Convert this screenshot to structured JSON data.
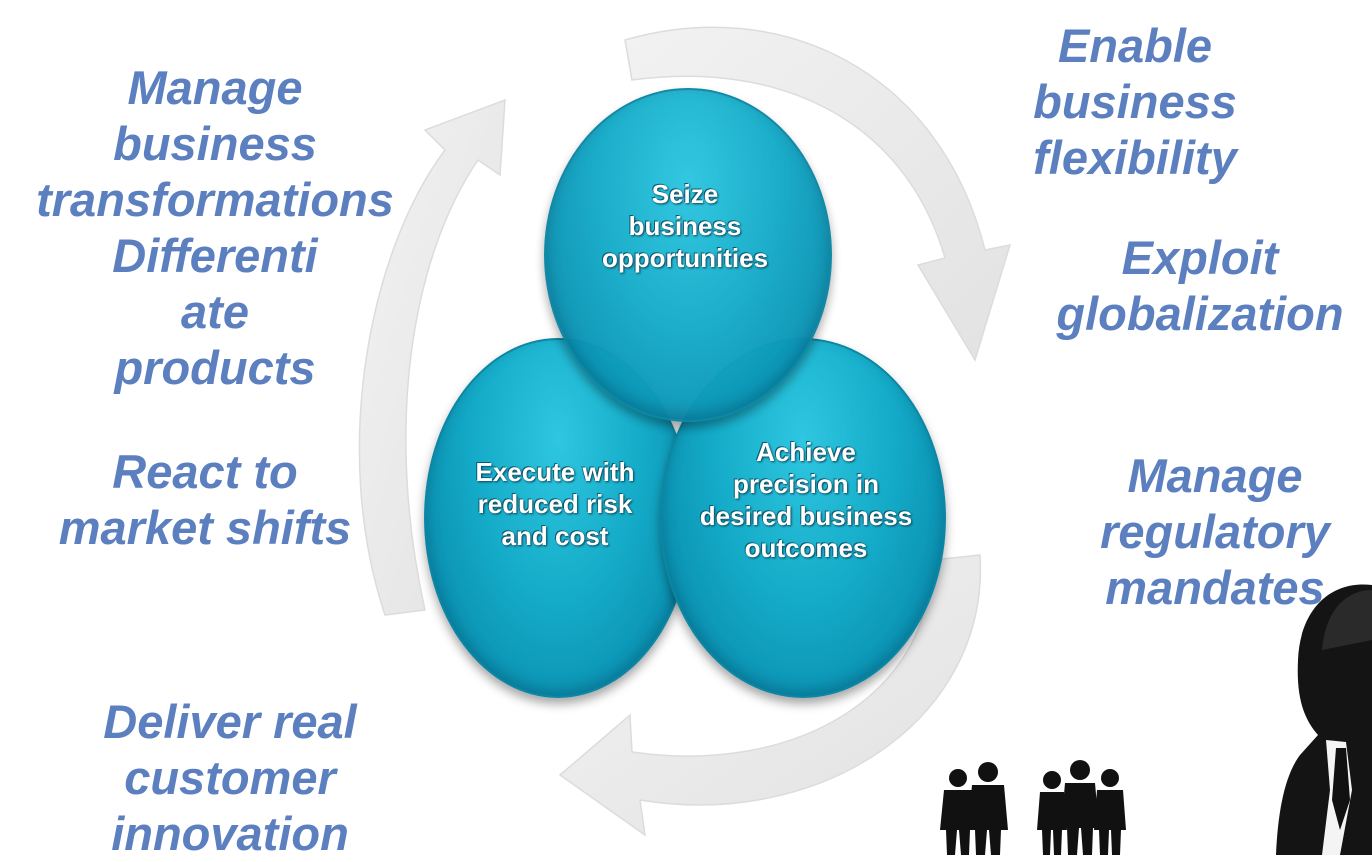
{
  "center_circles": {
    "top": [
      "Seize",
      "business",
      "opportunities"
    ],
    "left": [
      "Execute with",
      "reduced risk",
      "and cost"
    ],
    "right": [
      "Achieve",
      "precision in",
      "desired business",
      "outcomes"
    ]
  },
  "left_labels": {
    "manage_transformations": [
      "Manage",
      "business",
      "transformations"
    ],
    "differentiate": [
      "Differenti",
      "ate",
      "products"
    ],
    "react": [
      "React to",
      "market shifts"
    ],
    "deliver": [
      "Deliver real",
      "customer",
      "innovation"
    ]
  },
  "right_labels": {
    "enable": [
      "Enable",
      "business",
      "flexibility"
    ],
    "exploit": [
      "Exploit",
      "globalization"
    ],
    "regulatory": [
      "Manage",
      "regulatory",
      "mandates"
    ]
  },
  "colors": {
    "label_text": "#5b7fbf",
    "circle_fill": "#14abc8",
    "cycle_arrows": "#ebebeb"
  },
  "icons": [
    "cycle-arrows-icon",
    "business-people-silhouette-icon",
    "businessman-silhouette-icon"
  ]
}
